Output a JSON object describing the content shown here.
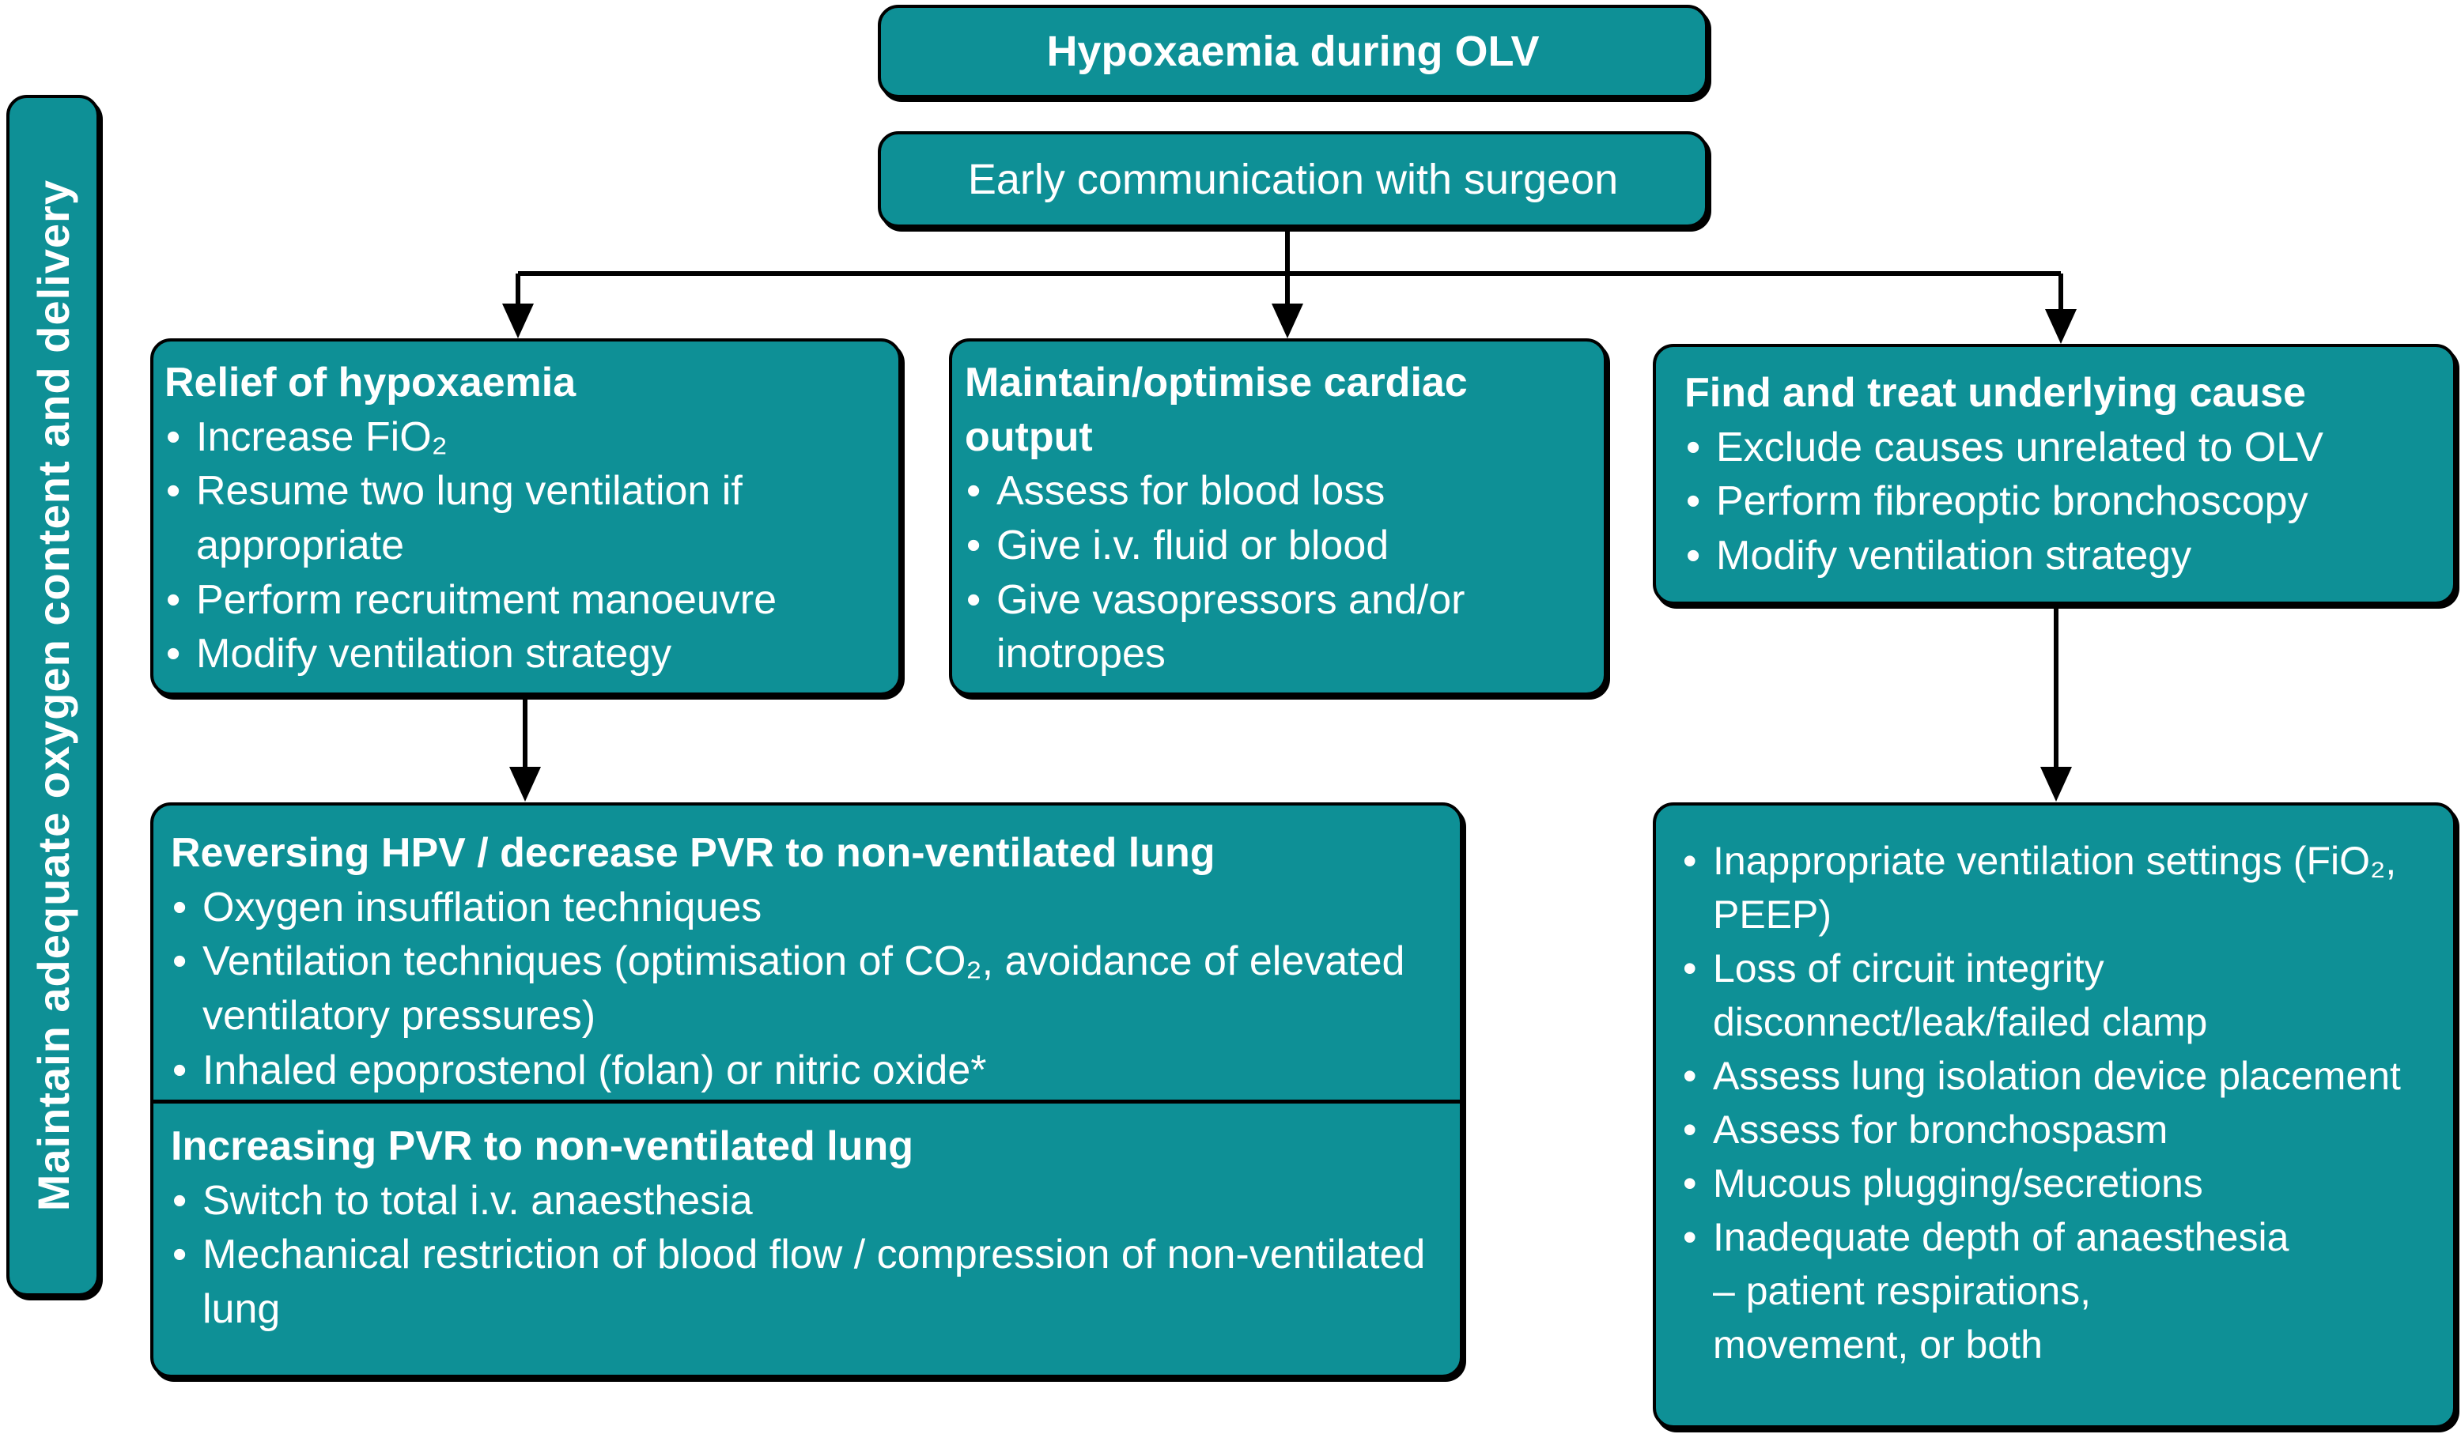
{
  "colors": {
    "node_fill": "#0e9096",
    "node_border": "#000000",
    "node_text": "#ffffff",
    "background": "#ffffff",
    "connector": "#000000"
  },
  "sidebar": {
    "label": "Maintain adequate oxygen content and delivery"
  },
  "header": {
    "title": "Hypoxaemia during OLV",
    "subtitle": "Early communication with surgeon"
  },
  "nodes": {
    "relief": {
      "title": "Relief of hypoxaemia",
      "bullets": [
        "Increase FiO₂",
        "Resume two lung ventilation if appropriate",
        "Perform recruitment manoeuvre",
        "Modify ventilation strategy"
      ]
    },
    "cardiac": {
      "title": "Maintain/optimise cardiac output",
      "bullets": [
        "Assess for blood loss",
        "Give i.v. fluid or blood",
        "Give vasopressors and/or inotropes"
      ]
    },
    "underlying": {
      "title": "Find and treat underlying cause",
      "bullets": [
        "Exclude causes unrelated to OLV",
        "Perform fibreoptic bronchoscopy",
        "Modify ventilation strategy"
      ]
    },
    "reversing_hpv": {
      "title": "Reversing HPV / decrease PVR to non-ventilated lung",
      "bullets": [
        "Oxygen insufflation techniques",
        "Ventilation techniques (optimisation of CO₂, avoidance of elevated ventilatory pressures)",
        "Inhaled epoprostenol (folan) or nitric oxide*"
      ]
    },
    "increasing_pvr": {
      "title": "Increasing PVR to non-ventilated lung",
      "bullets": [
        "Switch to total i.v. anaesthesia",
        "Mechanical restriction of blood flow / compression of non-ventilated lung"
      ]
    },
    "causes": {
      "bullets": [
        "Inappropriate ventilation settings (FiO₂, PEEP)",
        "Loss of circuit integrity disconnect/leak/failed clamp",
        "Assess lung isolation device placement",
        "Assess for bronchospasm",
        "Mucous plugging/secretions",
        "Inadequate depth of anaesthesia\n– patient respirations,\nmovement, or both"
      ]
    }
  }
}
